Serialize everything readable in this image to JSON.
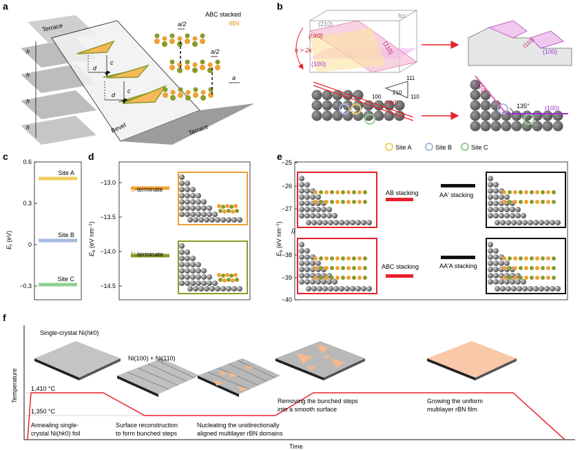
{
  "colors": {
    "orange": "#f0a030",
    "green": "#8a9a2a",
    "red": "#e8202a",
    "pink": "#e060b0",
    "purple": "#a030d0",
    "grey": "#8a8a8a",
    "siteA": "#f0d060",
    "siteB": "#a8b8e0",
    "siteC": "#90d090"
  },
  "panels": {
    "a": {
      "letter": "a",
      "terrace_top": "Terrace",
      "terrace_bottom": "Terrace",
      "bevel": "Bevel",
      "h_labels": [
        "h",
        "h",
        "h",
        "h"
      ],
      "d": "d",
      "c": "c",
      "stack_title_1": "ABC stacked",
      "stack_title_2": "rBN",
      "a_half_1": "a/2",
      "a_half_2": "a/2",
      "a": "a"
    },
    "b": {
      "letter": "b",
      "plane_210": "(210)",
      "fcc": "fcc",
      "plane_110": "(110)",
      "plane_hk0": "(hk0)",
      "h_gt_2k": "h > 2k",
      "plane_100": "(100)",
      "dir_111": "111",
      "dir_100": "100",
      "dir_210": "210",
      "dir_110": "110",
      "plane_hk0_b": "(hk0)",
      "step_110": "(110)",
      "step_100": "(100)",
      "angle": "135°",
      "facet_110": "(110)",
      "facet_100": "(100)",
      "sites": [
        "Site A",
        "Site B",
        "Site C"
      ]
    },
    "c": {
      "letter": "c",
      "ylabel": "E",
      "ylabel_sub": "f",
      "ylabel_unit": " (eV)",
      "ticks": [
        "0.6",
        "0.3",
        "0",
        "−0.3"
      ],
      "levels": [
        {
          "label": "Site A",
          "value": 0.48
        },
        {
          "label": "Site B",
          "value": 0.03
        },
        {
          "label": "Site C",
          "value": -0.29
        }
      ]
    },
    "d": {
      "letter": "d",
      "ylabel": "E",
      "ylabel_sub": "b",
      "ylabel_unit": " (eV nm",
      "ylabel_sup": "−1",
      "ylabel_end": ")",
      "ticks": [
        "−13.0",
        "−13.5",
        "−14.0",
        "−14.5"
      ],
      "b_first": "B",
      "b_rest": "-terminate",
      "n_first": "N",
      "n_rest": "-terminate",
      "levels": [
        {
          "label": "B-terminate",
          "value": -13.08
        },
        {
          "label": "N-terminate",
          "value": -14.06
        }
      ]
    },
    "e": {
      "letter": "e",
      "ylabel": "E",
      "ylabel_sub": "b",
      "ylabel_unit": " (eV nm",
      "ylabel_sup": "−1",
      "ylabel_end": ")",
      "ticks_top": [
        "−25",
        "−26",
        "−27"
      ],
      "ticks_bottom": [
        "−38",
        "−39",
        "−40"
      ],
      "ab": "AB stacking",
      "aa_prime": "AA′ stacking",
      "abc": "ABC stacking",
      "aa_a": "AA′A stacking"
    },
    "f": {
      "letter": "f",
      "ylabel": "Temperature",
      "xlabel": "Time",
      "t1410": "1,410 °C",
      "t1350": "1,350 °C",
      "single_crystal_1": "Single-crystal Ni(",
      "single_crystal_hk": "hk",
      "single_crystal_2": "0)",
      "ni_facets": "Ni(100) + Ni(110)",
      "step1_a": "Annealing single-",
      "step1_b1": "crystal Ni(",
      "step1_b2": "hk",
      "step1_b3": "0) foil",
      "step2_a": "Surface reconstruction",
      "step2_b": "to form bunched steps",
      "step3_a": "Nucleating the unidirectionally",
      "step3_b": "aligned multilayer rBN domains",
      "step4_a": "Removing the bunched steps",
      "step4_b": "into a smooth surface",
      "step5_a": "Growing the uniform",
      "step5_b": "multilayer rBN film"
    }
  },
  "chart_data": [
    {
      "type": "bar",
      "panel": "c",
      "categories": [
        "Site A",
        "Site B",
        "Site C"
      ],
      "values": [
        0.48,
        0.03,
        -0.29
      ],
      "ylabel": "Ef (eV)",
      "ylim": [
        -0.4,
        0.6
      ]
    },
    {
      "type": "bar",
      "panel": "d",
      "categories": [
        "B-terminate",
        "N-terminate"
      ],
      "values": [
        -13.08,
        -14.06
      ],
      "ylabel": "Eb (eV nm−1)",
      "ylim": [
        -14.7,
        -12.7
      ]
    }
  ]
}
